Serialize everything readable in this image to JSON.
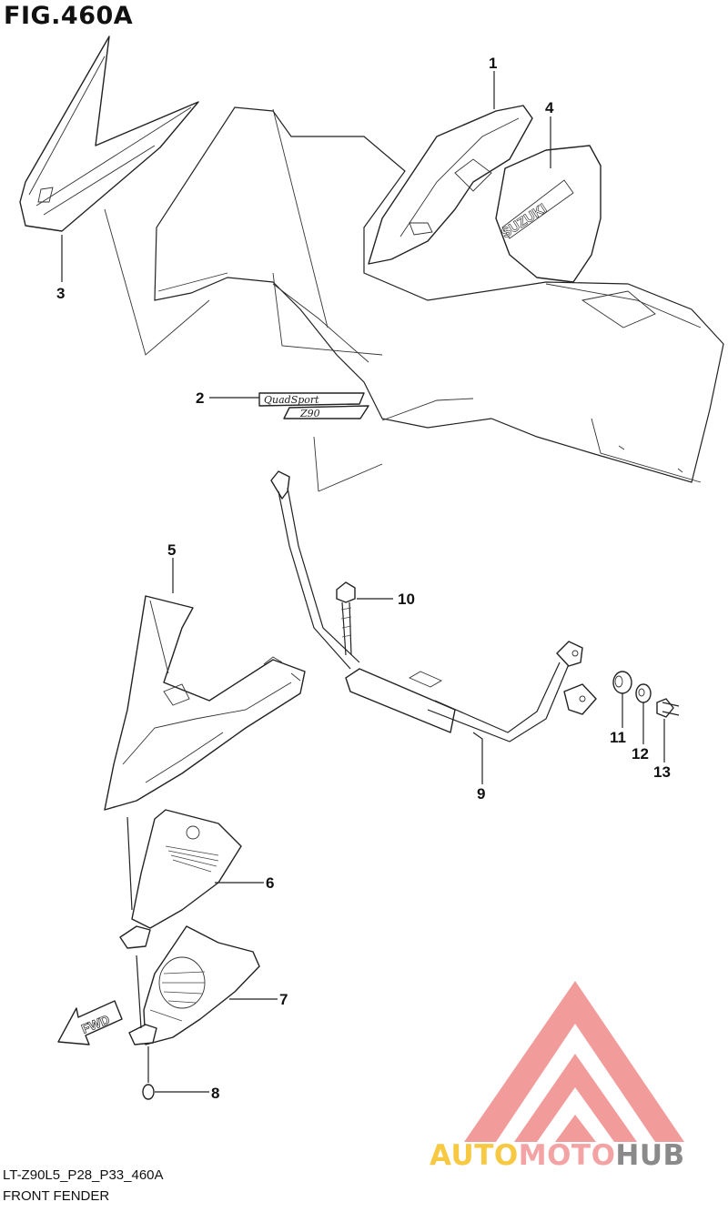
{
  "figure": {
    "title": "FIG.460A",
    "code": "LT-Z90L5_P28_P33_460A",
    "name": "FRONT FENDER"
  },
  "callouts": [
    "1",
    "2",
    "3",
    "4",
    "5",
    "6",
    "7",
    "8",
    "9",
    "10",
    "11",
    "12",
    "13"
  ],
  "direction_arrow": {
    "label": "FWD"
  },
  "watermark": {
    "parts": [
      "AUTO",
      "MOTO",
      "HUB"
    ],
    "colors": [
      "#f7c842",
      "#f3a3a3",
      "#8a8a8a"
    ],
    "logo_color": "#f08a8a"
  },
  "colors": {
    "line": "#222222",
    "background": "#ffffff"
  }
}
